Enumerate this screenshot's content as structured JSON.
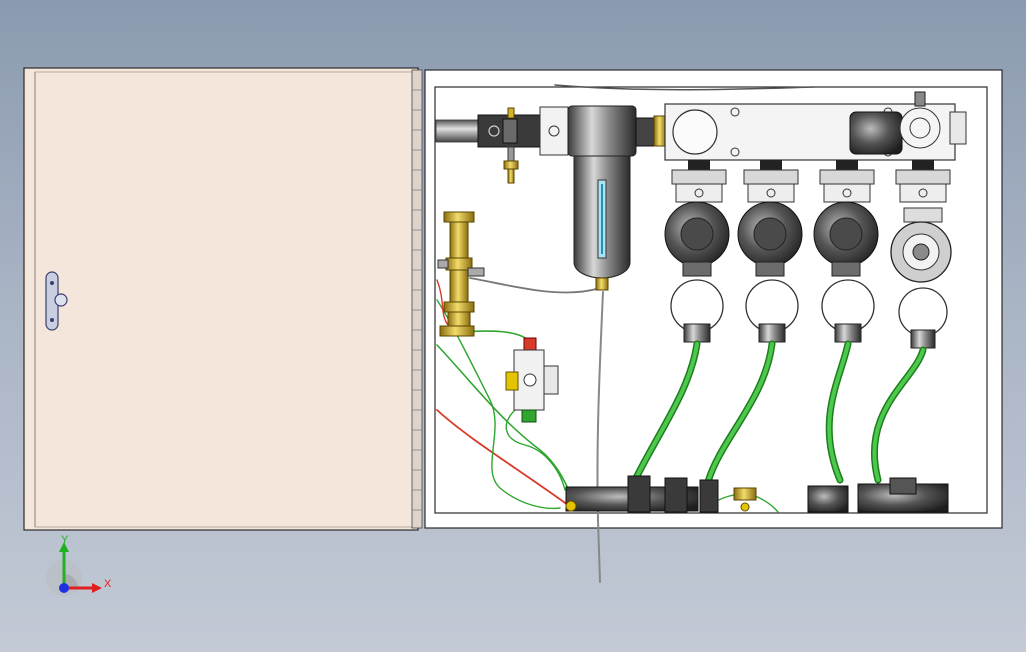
{
  "viewport": {
    "background_top": "#8b9ab0",
    "background_bottom": "#c3cad6"
  },
  "door": {
    "color": "#f5e6dc",
    "handle": "latch-handle"
  },
  "panel": {
    "color": "#ffffff",
    "outline": "#2b2b2b"
  },
  "components": {
    "regulators": {
      "count": 4
    },
    "hoses": {
      "color": "#2fa62f",
      "count": 4
    },
    "wires": [
      "#d83a2a",
      "#2fa62f",
      "#888888"
    ],
    "brass_fittings": "#d4b22c"
  },
  "triad": {
    "x_label": "X",
    "y_label": "Y",
    "x_color": "#e02020",
    "y_color": "#20b020",
    "z_color": "#2030e0"
  }
}
